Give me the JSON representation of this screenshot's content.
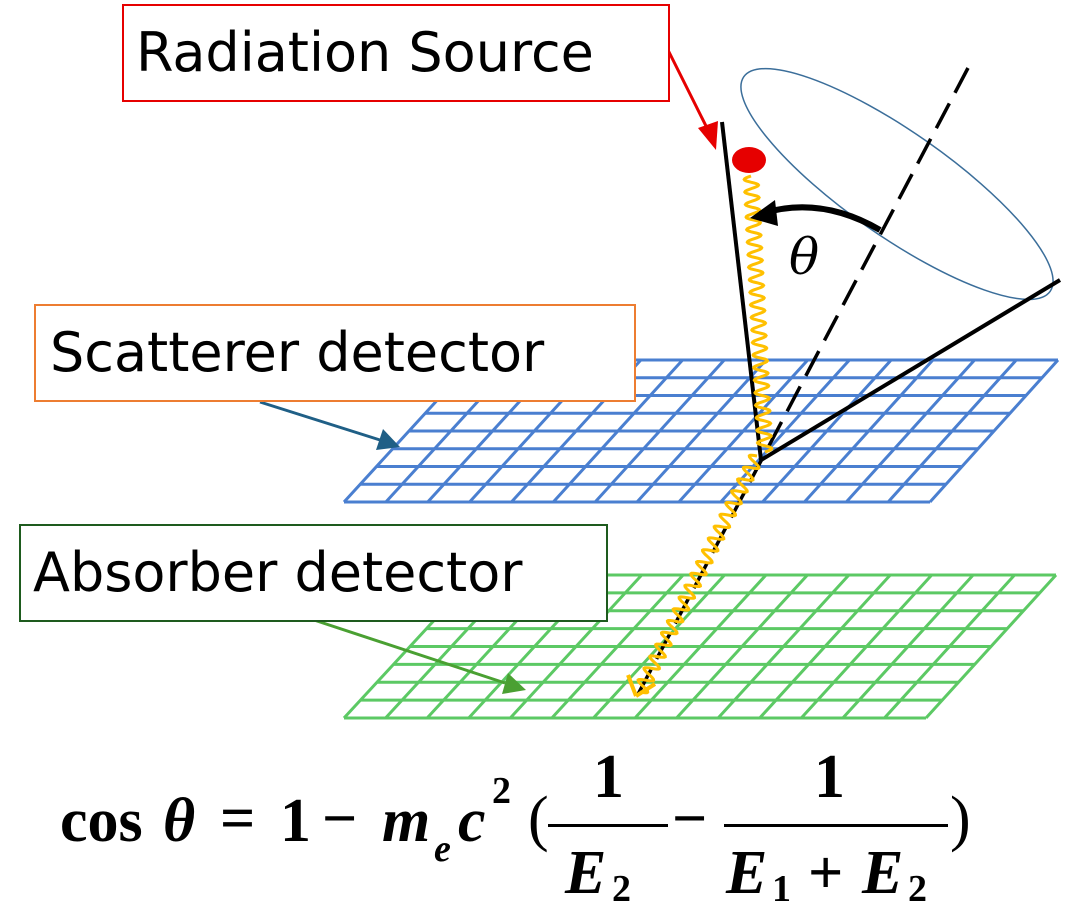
{
  "labels": {
    "radiation_source": "Radiation Source",
    "scatterer_detector": "Scatterer detector",
    "absorber_detector": "Absorber detector",
    "angle_symbol": "θ"
  },
  "formula": {
    "lhs": "cos",
    "theta": "θ",
    "equals": "=",
    "one": "1",
    "minus": "−",
    "m": "m",
    "e_sub": "e",
    "c": "c",
    "c_sup": "2",
    "open_paren": "(",
    "close_paren": ")",
    "numerator_1": "1",
    "denominator_1_E": "E",
    "denominator_1_sub": "2",
    "minus_2": "−",
    "numerator_2": "1",
    "denominator_2_E1": "E",
    "denominator_2_E1_sub": "1",
    "plus": "+",
    "denominator_2_E2": "E",
    "denominator_2_E2_sub": "2"
  },
  "colors": {
    "source_box": "#e60000",
    "scatterer_box": "#ed7d31",
    "absorber_box": "#1e5b1e",
    "scatterer_grid": "#4a7fd0",
    "absorber_grid": "#5cc964",
    "photon": "#ffc000",
    "source_dot": "#e60000",
    "scatter_arrow": "#1f5f86",
    "absorber_arrow": "#4aa032",
    "cone_ellipse": "#3b6e9a"
  }
}
